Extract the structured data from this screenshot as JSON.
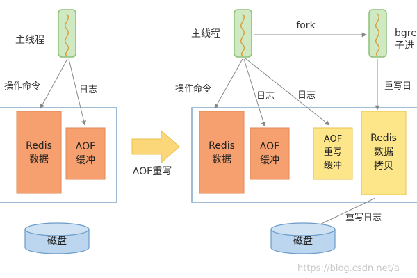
{
  "left": {
    "main_process": "主线程",
    "op_command": "操作命令",
    "log": "日志",
    "redis_data": [
      "Redis",
      "数据"
    ],
    "aof_buffer": [
      "AOF",
      "缓冲"
    ],
    "disk": "磁盘"
  },
  "transition": {
    "label": "AOF重写"
  },
  "right": {
    "main_process": "主线程",
    "fork": "fork",
    "child_process": [
      "bgre",
      "子进"
    ],
    "op_command": "操作命令",
    "log_1": "日志",
    "log_2": "日志",
    "rewrite_log_top": "重写日",
    "redis_data": [
      "Redis",
      "数据"
    ],
    "aof_buffer": [
      "AOF",
      "缓冲"
    ],
    "aof_rewrite_buffer": [
      "AOF",
      "重写",
      "缓冲"
    ],
    "redis_copy": [
      "Redis",
      "数据",
      "拷贝"
    ],
    "rewrite_log_bottom": "重写日志",
    "disk": "磁盘"
  },
  "watermark": "https://blog.csdn.net/a",
  "colors": {
    "orange": "#f5a06e",
    "orange_stroke": "#e08a55",
    "yellow": "#fde68a",
    "yellow_stroke": "#e8c24c",
    "green": "#cfe9c2",
    "green_stroke": "#8dbf78",
    "blue": "#bcd6ef",
    "blue_stroke": "#6b9bc8",
    "frame": "#7ea6c9",
    "arrow": "#888888",
    "big_arrow": "#fcd77a"
  }
}
